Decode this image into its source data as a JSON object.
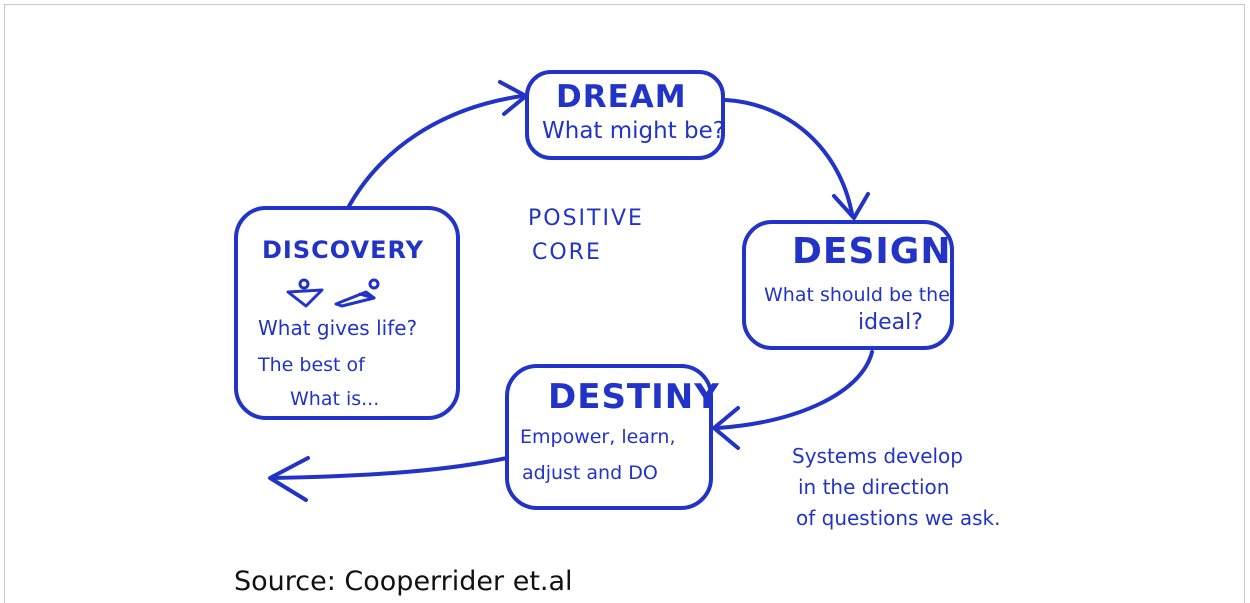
{
  "colors": {
    "ink": "#2233c8",
    "source_ink": "#111111",
    "background": "#ffffff"
  },
  "center": {
    "line1": "POSITIVE",
    "line2": "CORE"
  },
  "nodes": {
    "dream": {
      "title": "DREAM",
      "line1": "What might be?"
    },
    "design": {
      "title": "DESIGN",
      "line1": "What should be the",
      "line2": "ideal?"
    },
    "destiny": {
      "title": "DESTINY",
      "line1": "Empower, learn,",
      "line2": "adjust and DO"
    },
    "discovery": {
      "title": "DISCOVERY",
      "icon": "people-sketch-icon",
      "line1": "What gives life?",
      "line2": "The best of",
      "line3": "What is..."
    }
  },
  "note": {
    "line1": "Systems develop",
    "line2": "in the direction",
    "line3": "of questions we ask."
  },
  "source": "Source: Cooperrider et.al"
}
